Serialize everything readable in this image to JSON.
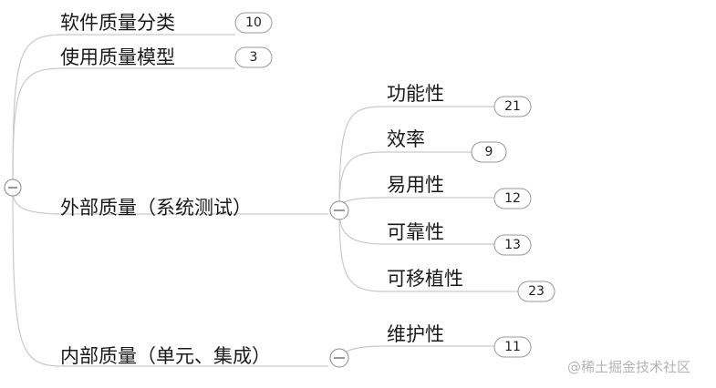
{
  "topics": [
    {
      "label": "软件质量分类",
      "count": "10"
    },
    {
      "label": "使用质量模型",
      "count": "3"
    },
    {
      "label": "外部质量（系统测试）",
      "children": [
        {
          "label": "功能性",
          "count": "21"
        },
        {
          "label": "效率",
          "count": "9"
        },
        {
          "label": "易用性",
          "count": "12"
        },
        {
          "label": "可靠性",
          "count": "13"
        },
        {
          "label": "可移植性",
          "count": "23"
        }
      ]
    },
    {
      "label": "内部质量（单元、集成）",
      "children": [
        {
          "label": "维护性",
          "count": "11"
        }
      ]
    }
  ],
  "watermark": "@稀土掘金技术社区"
}
